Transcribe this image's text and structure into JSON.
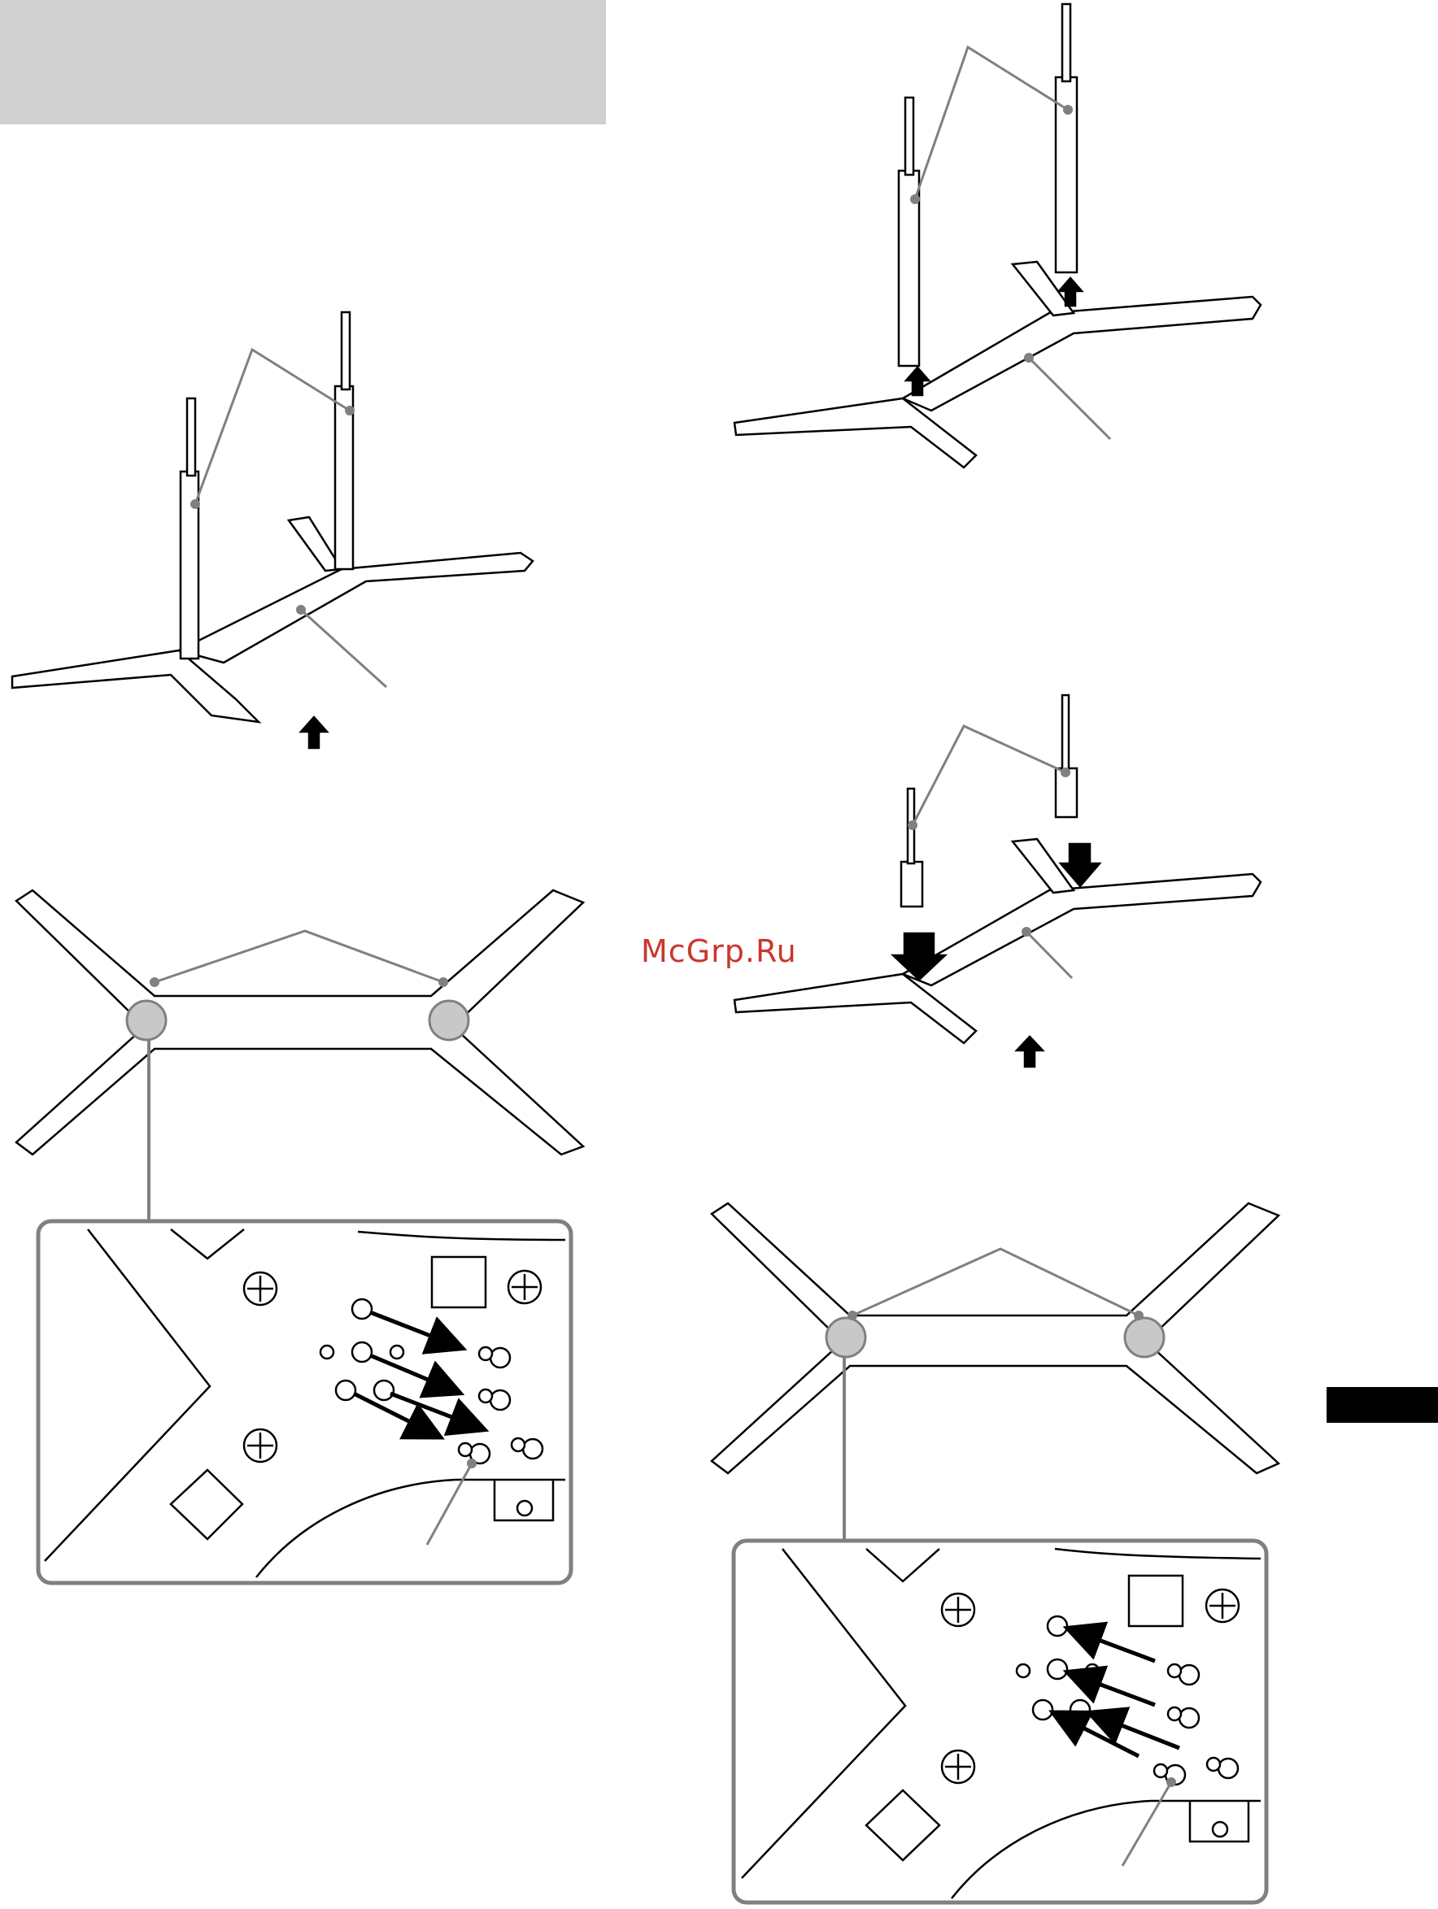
{
  "watermark": {
    "text": "McGrp.Ru",
    "color": "#c9372c"
  },
  "header": {
    "background": "#d0d0d0"
  },
  "side_tab": {
    "background": "#000000"
  },
  "figures": [
    {
      "id": "fig-stand-assembled-left",
      "icons": [
        "post-icon",
        "base-icon",
        "up-arrow-icon"
      ]
    },
    {
      "id": "fig-stand-exploded-top-right",
      "icons": [
        "post-icon",
        "base-icon",
        "up-arrow-icon"
      ]
    },
    {
      "id": "fig-stand-insert-right",
      "icons": [
        "post-icon",
        "base-icon",
        "down-arrow-icon",
        "up-arrow-icon"
      ]
    },
    {
      "id": "fig-base-underside-left",
      "icons": [
        "base-underside-icon",
        "screw-icon"
      ]
    },
    {
      "id": "fig-base-underside-right",
      "icons": [
        "base-underside-icon",
        "screw-icon"
      ]
    }
  ]
}
